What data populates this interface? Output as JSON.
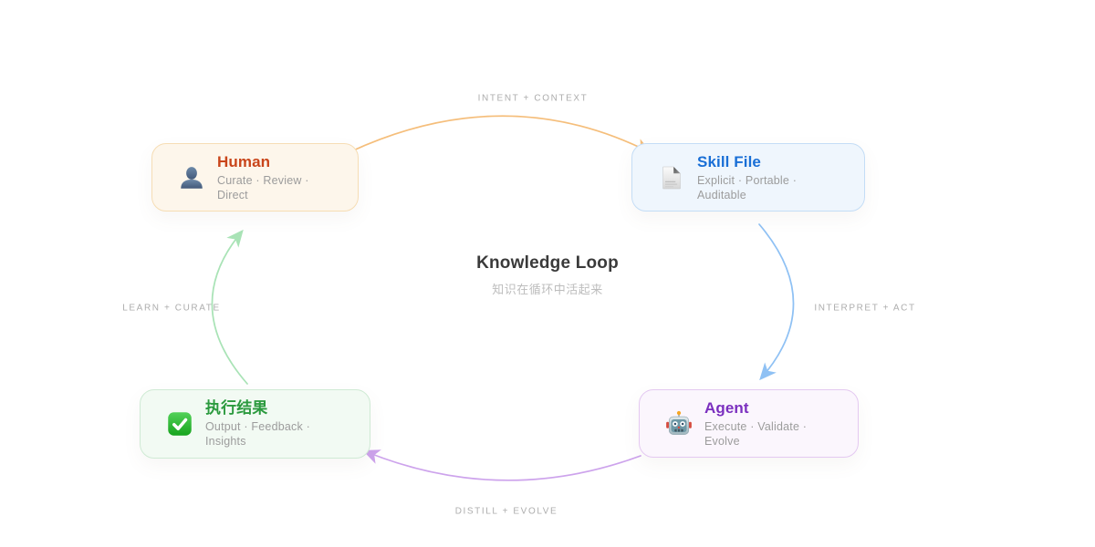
{
  "center": {
    "title": "Knowledge Loop",
    "subtitle": "知识在循环中活起来"
  },
  "nodes": [
    {
      "title": "Human",
      "subtitle": "Curate · Review · Direct",
      "icon": "person-bust-icon",
      "colors": {
        "bg": "#FDF6EB",
        "border": "#F6DDB4",
        "title": "#C9451A"
      }
    },
    {
      "title": "Skill File",
      "subtitle": "Explicit · Portable · Auditable",
      "icon": "document-icon",
      "colors": {
        "bg": "#EFF6FD",
        "border": "#C4DDF6",
        "title": "#1A6FD6"
      }
    },
    {
      "title": "Agent",
      "subtitle": "Execute · Validate · Evolve",
      "icon": "robot-icon",
      "colors": {
        "bg": "#FBF6FD",
        "border": "#E4C9F1",
        "title": "#7B2FBF"
      }
    },
    {
      "title": "执行结果",
      "subtitle": "Output · Feedback · Insights",
      "icon": "check-mark-icon",
      "colors": {
        "bg": "#F2FAF3",
        "border": "#CFEAD4",
        "title": "#2B9A3E"
      }
    }
  ],
  "edges": [
    {
      "label": "INTENT + CONTEXT",
      "color": "#F5BE7B"
    },
    {
      "label": "INTERPRET + ACT",
      "color": "#8FC1F4"
    },
    {
      "label": "DISTILL + EVOLVE",
      "color": "#CDA3EC"
    },
    {
      "label": "LEARN + CURATE",
      "color": "#A9E3B6"
    }
  ]
}
